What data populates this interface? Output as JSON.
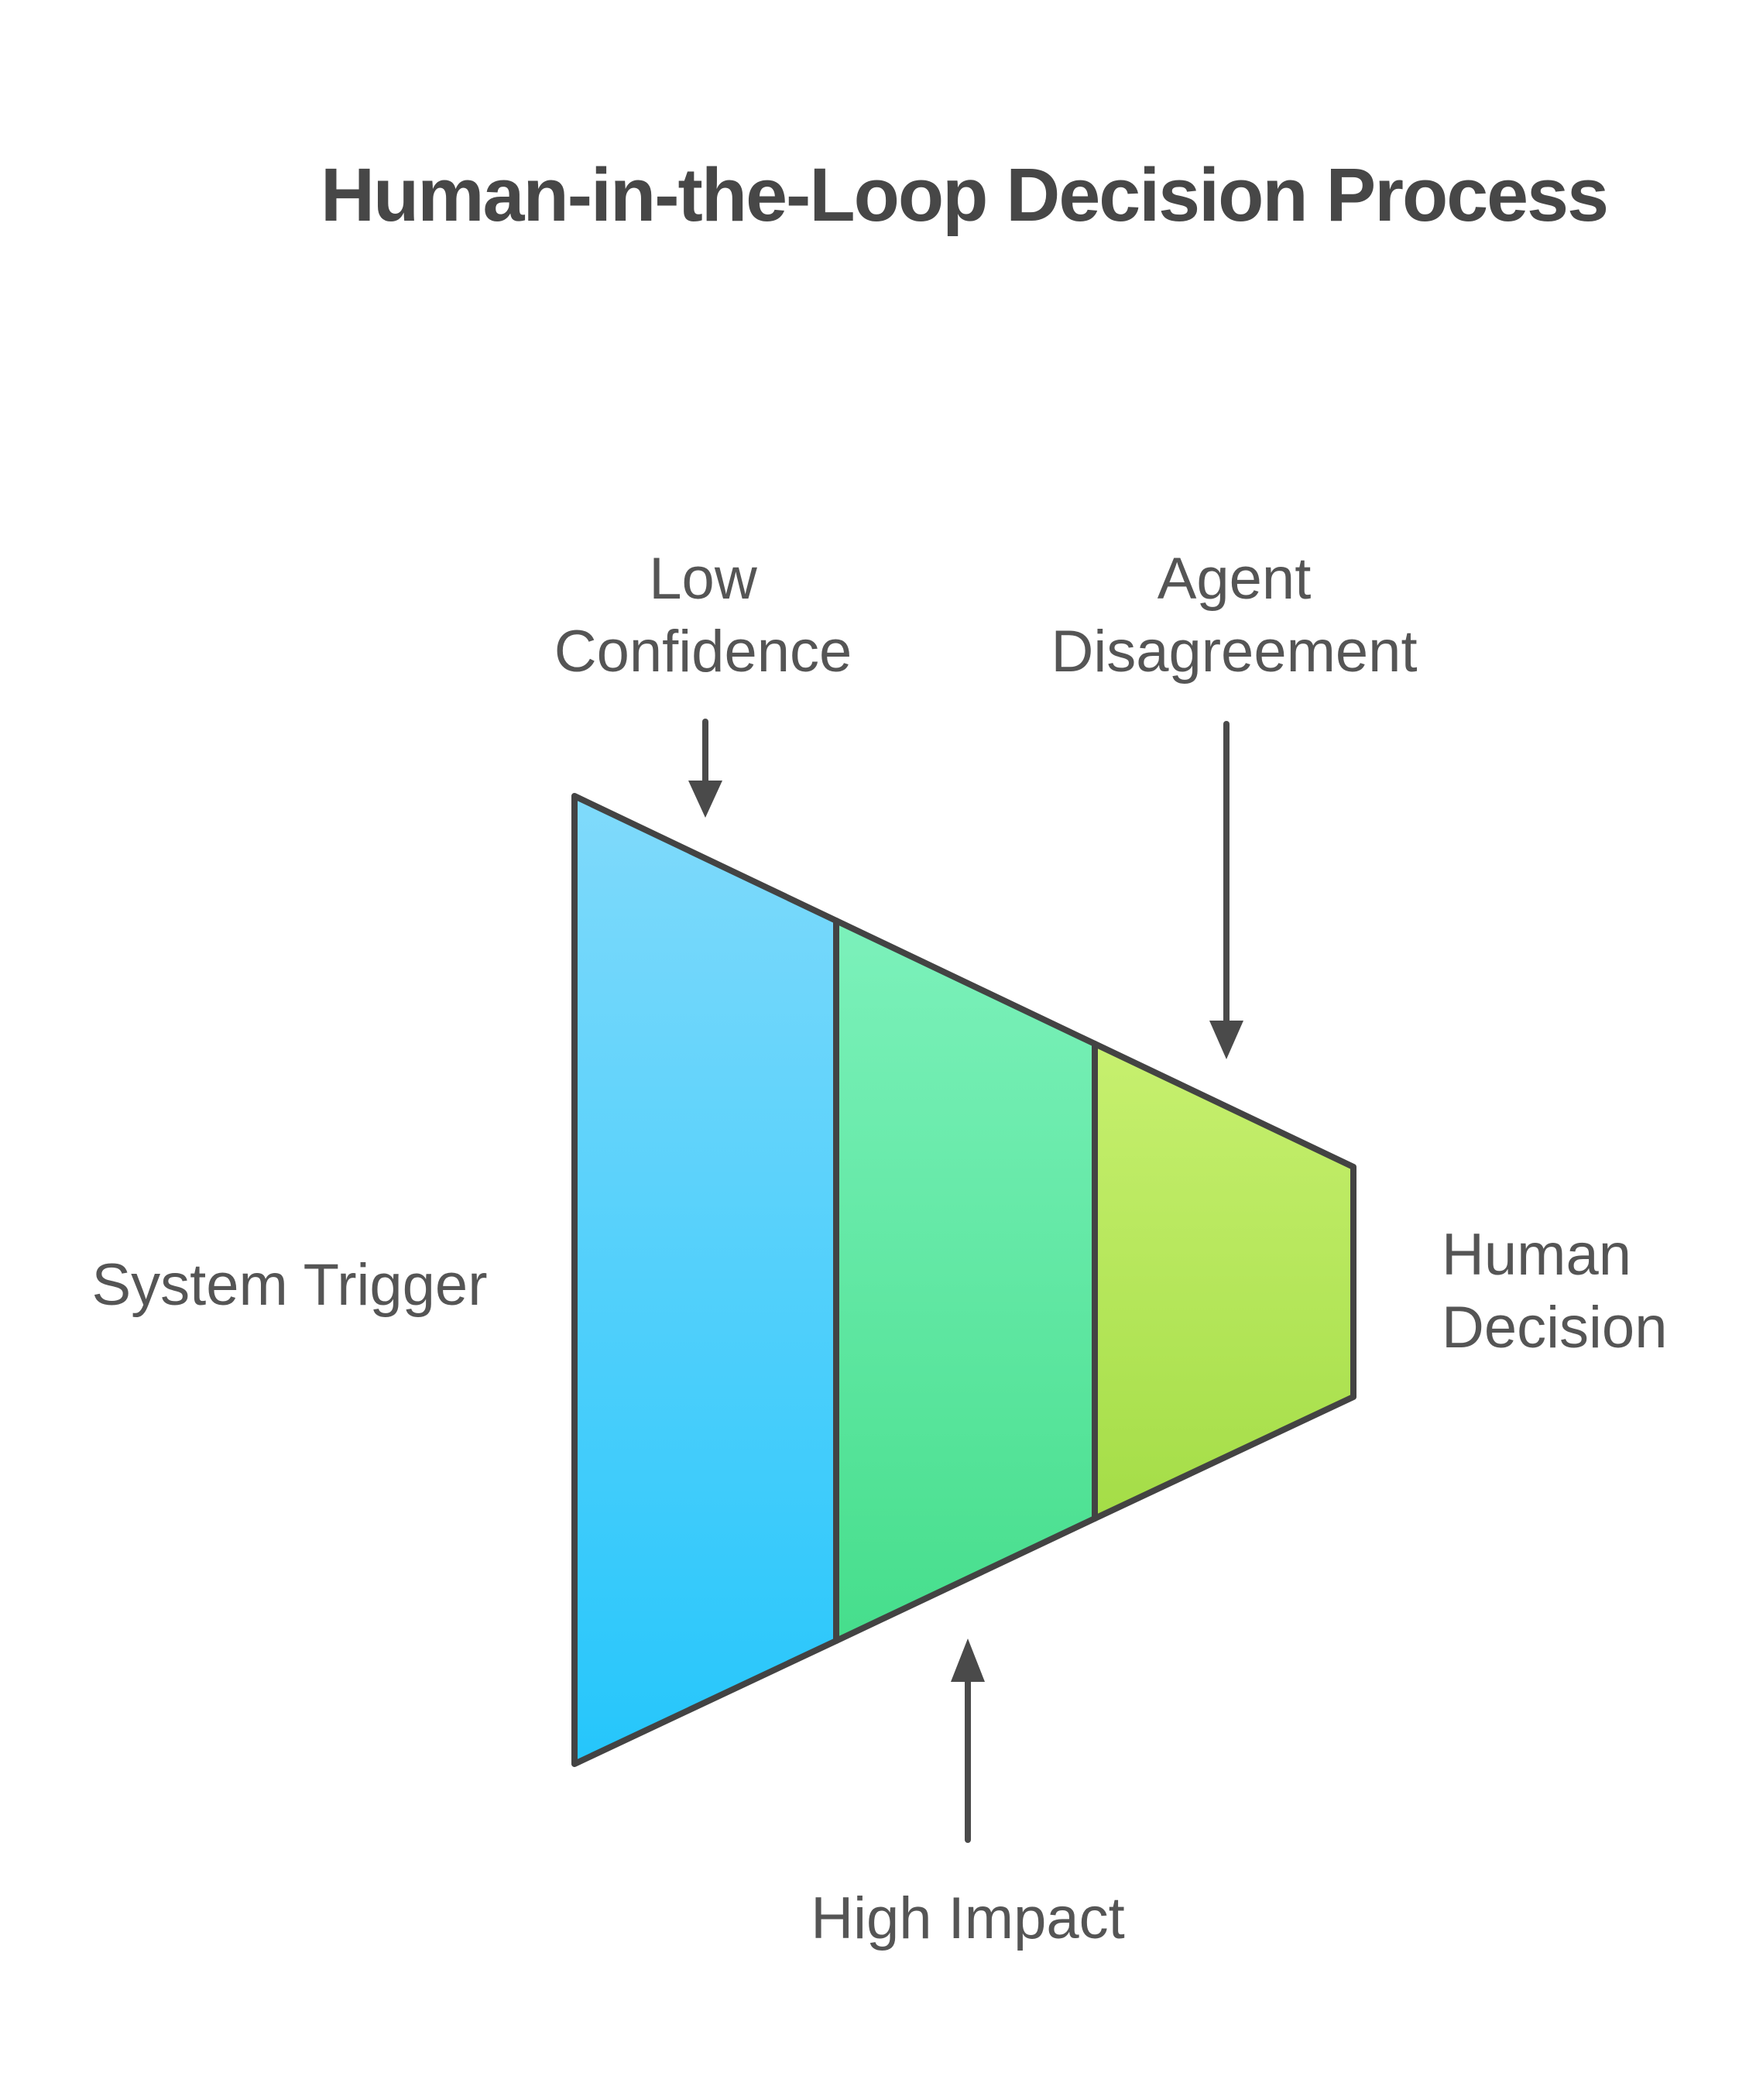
{
  "title": "Human-in-the-Loop Decision Process",
  "colors": {
    "background": "#ffffff",
    "outline": "#434343",
    "arrow": "#4a4a4a",
    "label_text": "#555555",
    "title_text": "#474747"
  },
  "funnel": {
    "input_label": "System Trigger",
    "output_label": "Human\nDecision",
    "segments": [
      {
        "name": "segment-1",
        "color_top": "#80DAFB",
        "color_bottom": "#25C6FB"
      },
      {
        "name": "segment-2",
        "color_top": "#7CF1BB",
        "color_bottom": "#46DE8C"
      },
      {
        "name": "segment-3",
        "color_top": "#C7F06F",
        "color_bottom": "#A4DD47"
      }
    ],
    "triggers": [
      {
        "label": "Low\nConfidence"
      },
      {
        "label": "Agent\nDisagreement"
      },
      {
        "label": "High Impact"
      }
    ]
  }
}
